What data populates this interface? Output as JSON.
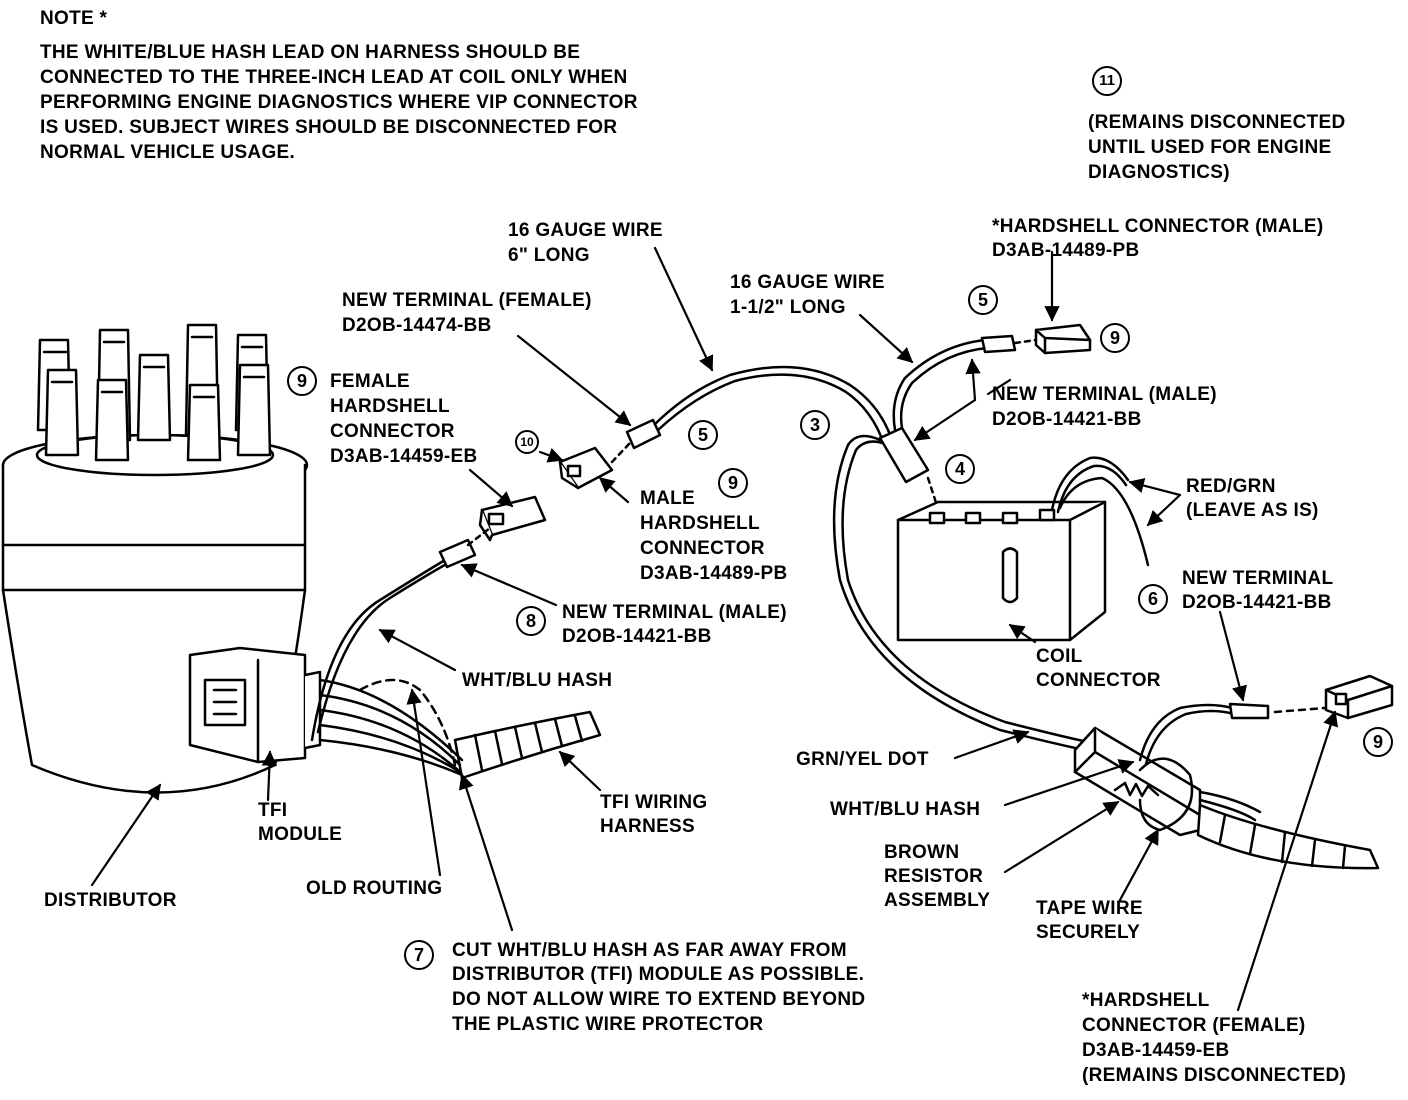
{
  "note": {
    "heading": "NOTE *",
    "lines": [
      "THE WHITE/BLUE HASH LEAD ON HARNESS SHOULD BE",
      "CONNECTED TO THE THREE-INCH LEAD AT COIL ONLY WHEN",
      "PERFORMING ENGINE DIAGNOSTICS WHERE VIP CONNECTOR",
      "IS USED. SUBJECT WIRES SHOULD BE DISCONNECTED FOR",
      "NORMAL VEHICLE USAGE."
    ]
  },
  "note11": {
    "number": "11",
    "lines": [
      "(REMAINS DISCONNECTED",
      "UNTIL USED FOR ENGINE",
      "DIAGNOSTICS)"
    ]
  },
  "labels": {
    "wire16_6": [
      "16 GAUGE WIRE",
      "6\" LONG"
    ],
    "wire16_15": [
      "16 GAUGE WIRE",
      "1-1/2\" LONG"
    ],
    "hardshell_male_top": [
      "*HARDSHELL CONNECTOR (MALE)",
      "D3AB-14489-PB"
    ],
    "new_terminal_female": [
      "NEW TERMINAL (FEMALE)",
      "D2OB-14474-BB"
    ],
    "female_hardshell": [
      "FEMALE",
      "HARDSHELL",
      "CONNECTOR",
      "D3AB-14459-EB"
    ],
    "new_terminal_male_top": [
      "NEW TERMINAL (MALE)",
      "D2OB-14421-BB"
    ],
    "male_hardshell": [
      "MALE",
      "HARDSHELL",
      "CONNECTOR",
      "D3AB-14489-PB"
    ],
    "red_grn": [
      "RED/GRN",
      "(LEAVE AS IS)"
    ],
    "new_terminal_6": [
      "NEW TERMINAL",
      "D2OB-14421-BB"
    ],
    "new_terminal_male_8": [
      "NEW TERMINAL (MALE)",
      "D2OB-14421-BB"
    ],
    "coil_connector": [
      "COIL",
      "CONNECTOR"
    ],
    "wht_blu_hash_left": "WHT/BLU HASH",
    "grn_yel_dot": "GRN/YEL DOT",
    "wht_blu_hash_right": "WHT/BLU HASH",
    "tfi_module": [
      "TFI",
      "MODULE"
    ],
    "tfi_wiring_harness": [
      "TFI WIRING",
      "HARNESS"
    ],
    "brown_resistor": [
      "BROWN",
      "RESISTOR",
      "ASSEMBLY"
    ],
    "tape_wire": [
      "TAPE WIRE",
      "SECURELY"
    ],
    "distributor": "DISTRIBUTOR",
    "old_routing": "OLD ROUTING",
    "cut_note": [
      "CUT WHT/BLU HASH AS FAR AWAY FROM",
      "DISTRIBUTOR (TFI) MODULE AS POSSIBLE.",
      "DO NOT ALLOW WIRE TO EXTEND BEYOND",
      "THE PLASTIC WIRE PROTECTOR"
    ],
    "hardshell_female_bottom": [
      "*HARDSHELL",
      "CONNECTOR (FEMALE)",
      "D3AB-14459-EB",
      "(REMAINS DISCONNECTED)"
    ]
  },
  "callouts": {
    "c3": "3",
    "c4": "4",
    "c5a": "5",
    "c5b": "5",
    "c6": "6",
    "c7": "7",
    "c8": "8",
    "c9a": "9",
    "c9b": "9",
    "c9c": "9",
    "c9d": "9",
    "c10": "10"
  }
}
